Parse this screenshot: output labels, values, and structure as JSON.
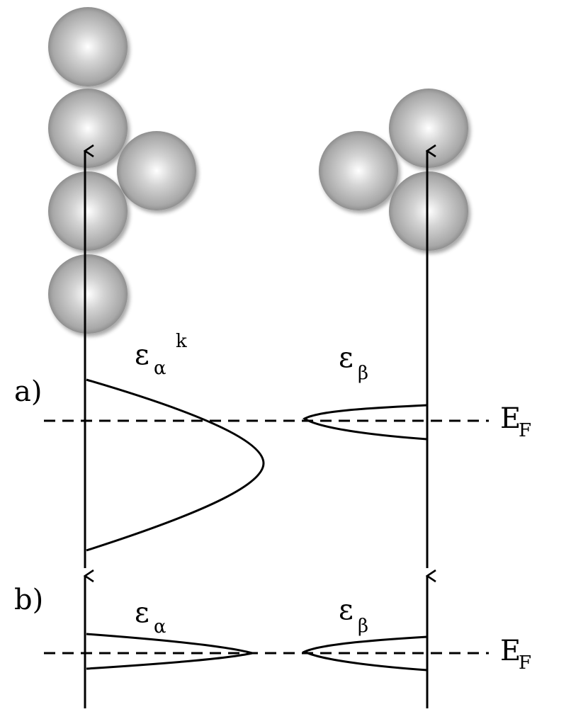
{
  "labels": {
    "panel_a": "a)",
    "panel_b": "b)",
    "eps": "ε",
    "alpha": "α",
    "beta": "β",
    "k": "k",
    "E": "E",
    "F": "F"
  },
  "colors": {
    "atom_highlight": "#ffffff",
    "atom_mid": "#b8b8b8",
    "atom_edge": "#6e6e6e",
    "line": "#000000"
  }
}
